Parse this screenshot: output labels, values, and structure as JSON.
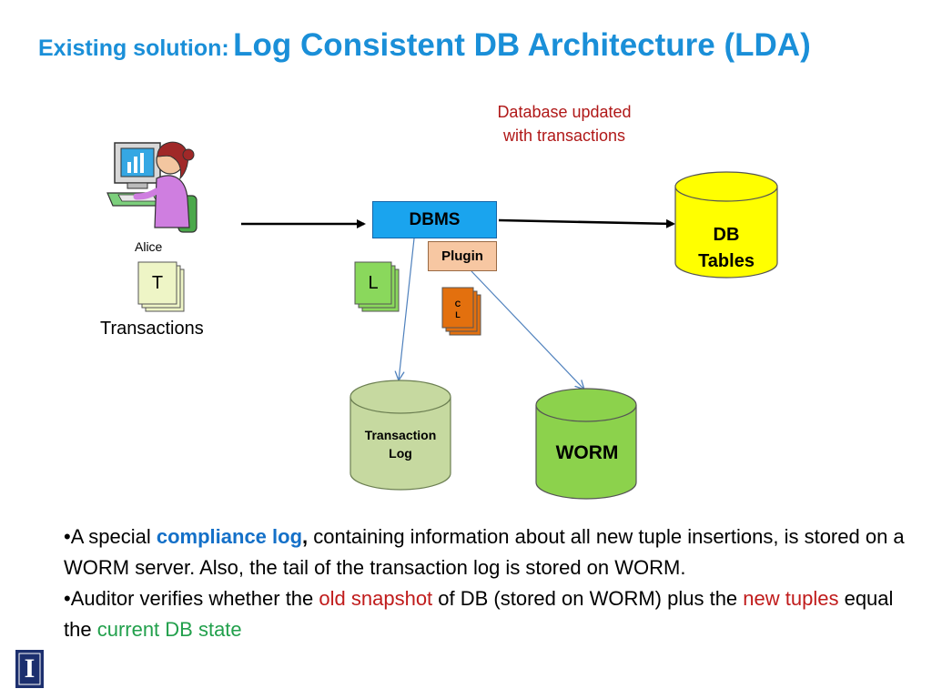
{
  "title": {
    "prefix": "Existing solution:",
    "main": "Log Consistent DB Architecture (LDA)"
  },
  "diagram": {
    "caption_line1": "Database updated",
    "caption_line2": "with transactions",
    "alice_label": "Alice",
    "transactions_label": "Transactions",
    "t_doc_letter": "T",
    "l_doc_letter": "L",
    "cl_doc_letter1": "C",
    "cl_doc_letter2": "L",
    "dbms_label": "DBMS",
    "plugin_label": "Plugin",
    "db_tables_line1": "DB",
    "db_tables_line2": "Tables",
    "transaction_log_line1": "Transaction",
    "transaction_log_line2": "Log",
    "worm_label": "WORM",
    "colors": {
      "dbms": "#1aa4ee",
      "plugin": "#f7c7a2",
      "db_tables": "#ffff00",
      "transaction_log": "#c6d9a0",
      "worm": "#8cd24c",
      "t_doc": "#eef5c6",
      "l_doc": "#8ad85c",
      "cl_doc": "#e3700e"
    }
  },
  "bullets": {
    "b1_pre": "•A special ",
    "b1_highlight": "compliance log",
    "b1_comma": ",",
    "b1_post": " containing information about all new tuple insertions, is stored on a WORM server. Also, the tail of the transaction log is stored on WORM.",
    "b2_pre": "•Auditor verifies whether the ",
    "b2_old": "old snapshot",
    "b2_mid": " of DB (stored on WORM) plus the ",
    "b2_new": "new tuples",
    "b2_mid2": " equal the ",
    "b2_current": "current DB state"
  },
  "logo": {
    "letter": "I",
    "color": "#1c2f6e"
  }
}
